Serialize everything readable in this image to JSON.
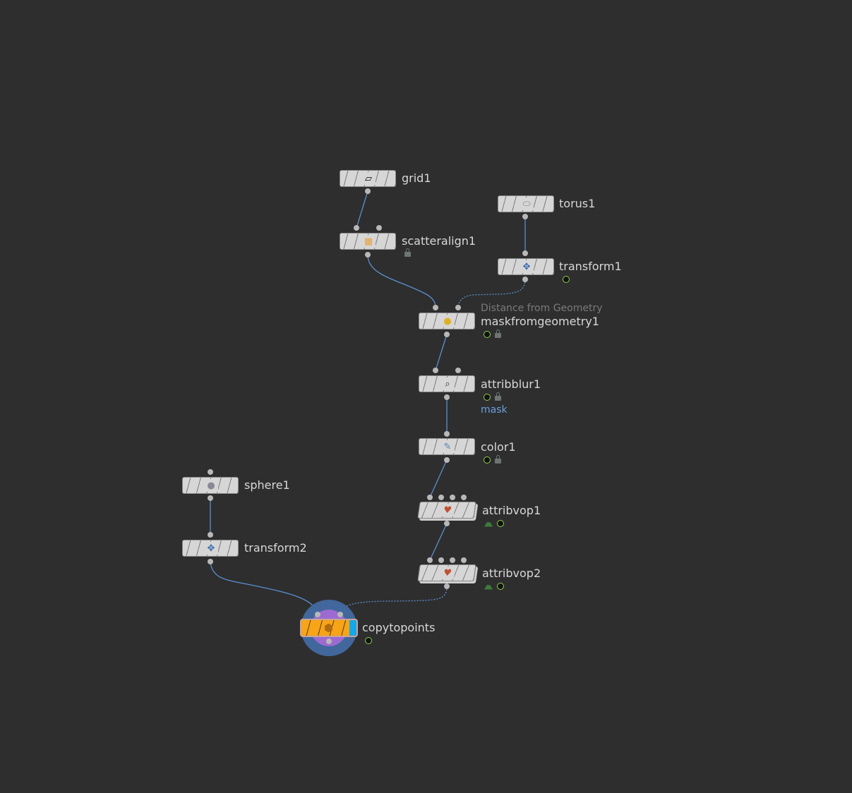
{
  "nodes": {
    "grid1": {
      "name": "grid1",
      "icon": "grid-icon"
    },
    "scatteralign1": {
      "name": "scatteralign1",
      "icon": "scatter-icon",
      "flags": [
        "lock"
      ]
    },
    "torus1": {
      "name": "torus1",
      "icon": "torus-icon"
    },
    "transform1": {
      "name": "transform1",
      "icon": "transform-icon",
      "flags": [
        "time-dependent"
      ]
    },
    "maskfromgeometry1": {
      "name": "maskfromgeometry1",
      "description": "Distance from Geometry",
      "icon": "mask-icon",
      "flags": [
        "time-dependent",
        "lock"
      ]
    },
    "attribblur1": {
      "name": "attribblur1",
      "icon": "blur-icon",
      "flags": [
        "time-dependent",
        "lock"
      ],
      "attribute": "mask"
    },
    "color1": {
      "name": "color1",
      "icon": "color-icon",
      "flags": [
        "time-dependent",
        "lock"
      ]
    },
    "attribvop1": {
      "name": "attribvop1",
      "icon": "vop-icon",
      "flags": [
        "download",
        "time-dependent"
      ]
    },
    "attribvop2": {
      "name": "attribvop2",
      "icon": "vop-icon",
      "flags": [
        "download",
        "time-dependent"
      ]
    },
    "sphere1": {
      "name": "sphere1",
      "icon": "sphere-icon"
    },
    "transform2": {
      "name": "transform2",
      "icon": "transform-icon"
    },
    "copytopoints": {
      "name": "copytopoints",
      "icon": "copy-icon",
      "flags": [
        "time-dependent"
      ],
      "display": true,
      "render": true
    }
  },
  "colors": {
    "background": "#2e2e2e",
    "wire": "#5b8fd0",
    "display_flag": "#13a8e8",
    "selected_node": "#f7a418"
  }
}
